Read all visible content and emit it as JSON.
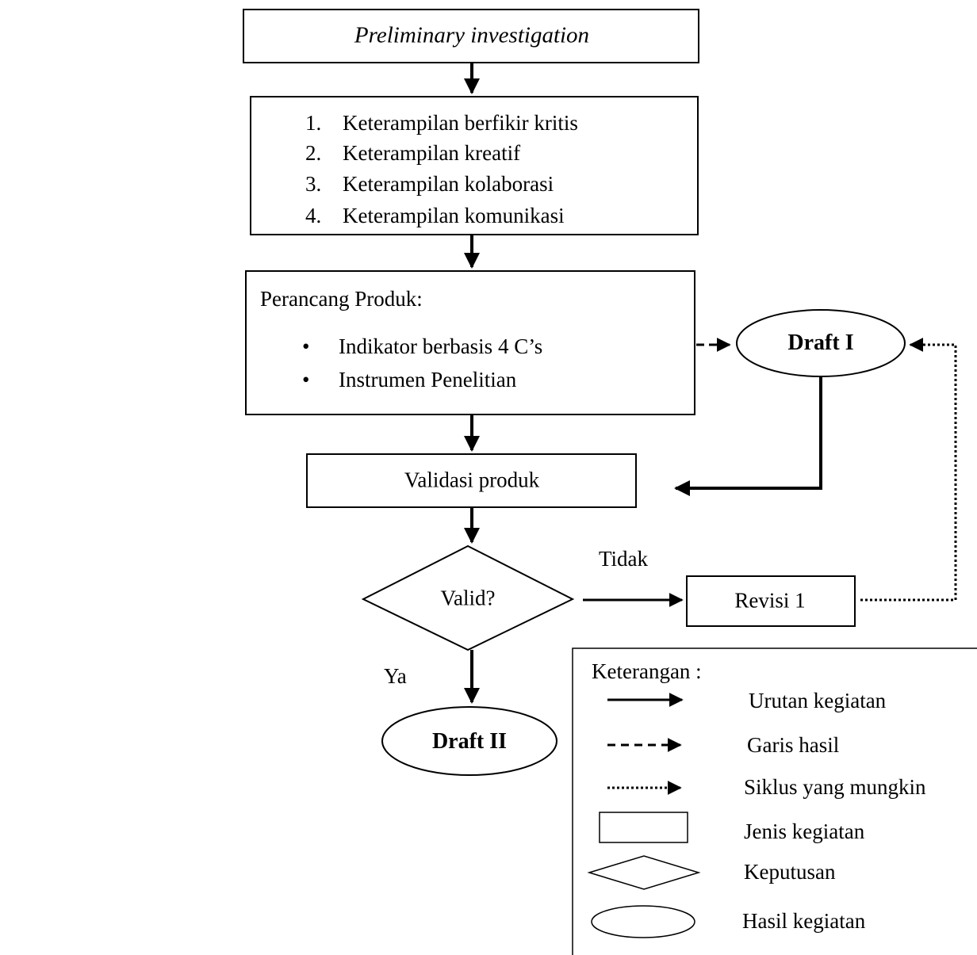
{
  "diagram": {
    "step_investigation": "Preliminary investigation",
    "skills": [
      {
        "num": "1.",
        "label": "Keterampilan berfikir kritis"
      },
      {
        "num": "2.",
        "label": "Keterampilan kreatif"
      },
      {
        "num": "3.",
        "label": "Keterampilan kolaborasi"
      },
      {
        "num": "4.",
        "label": "Keterampilan komunikasi"
      }
    ],
    "design": {
      "title": "Perancang Produk:",
      "bullets": [
        "Indikator berbasis 4 C’s",
        "Instrumen Penelitian"
      ]
    },
    "draft1": "Draft I",
    "validation": "Validasi produk",
    "decision": "Valid?",
    "no_label": "Tidak",
    "yes_label": "Ya",
    "revision": "Revisi 1",
    "draft2": "Draft II"
  },
  "legend": {
    "title": "Keterangan :",
    "items": [
      {
        "symbol": "solid-arrow",
        "label": "Urutan kegiatan"
      },
      {
        "symbol": "dashed-arrow",
        "label": "Garis hasil"
      },
      {
        "symbol": "dotted-arrow",
        "label": "Siklus yang mungkin"
      },
      {
        "symbol": "rectangle",
        "label": "Jenis kegiatan"
      },
      {
        "symbol": "diamond",
        "label": "Keputusan"
      },
      {
        "symbol": "ellipse",
        "label": "Hasil kegiatan"
      }
    ]
  }
}
